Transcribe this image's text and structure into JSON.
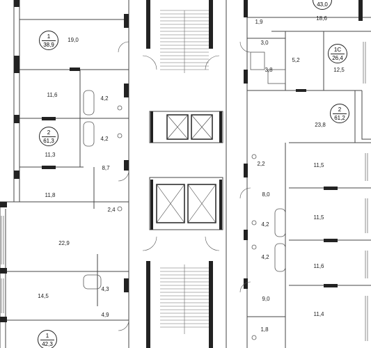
{
  "apartments": [
    {
      "id": "apt-left-1-top",
      "number": "1",
      "area": "38,9"
    },
    {
      "id": "apt-left-2",
      "number": "2",
      "area": "61,3"
    },
    {
      "id": "apt-left-1-bottom",
      "number": "1",
      "area": "42,3"
    },
    {
      "id": "apt-right-top",
      "number": "",
      "area": "43,0"
    },
    {
      "id": "apt-right-1c",
      "number": "1С",
      "area": "26,4"
    },
    {
      "id": "apt-right-2",
      "number": "2",
      "area": "61,2"
    }
  ],
  "rooms": [
    "19,0",
    "11,6",
    "4,2",
    "4,2",
    "11,3",
    "8,7",
    "11,8",
    "2,4",
    "22,9",
    "14,5",
    "4,3",
    "4,9",
    "1,9",
    "18,6",
    "3,0",
    "5,2",
    "3,8",
    "12,5",
    "23,8",
    "2,2",
    "11,5",
    "8,0",
    "11,5",
    "4,2",
    "4,2",
    "11,6",
    "9,0",
    "11,4",
    "1,8"
  ]
}
